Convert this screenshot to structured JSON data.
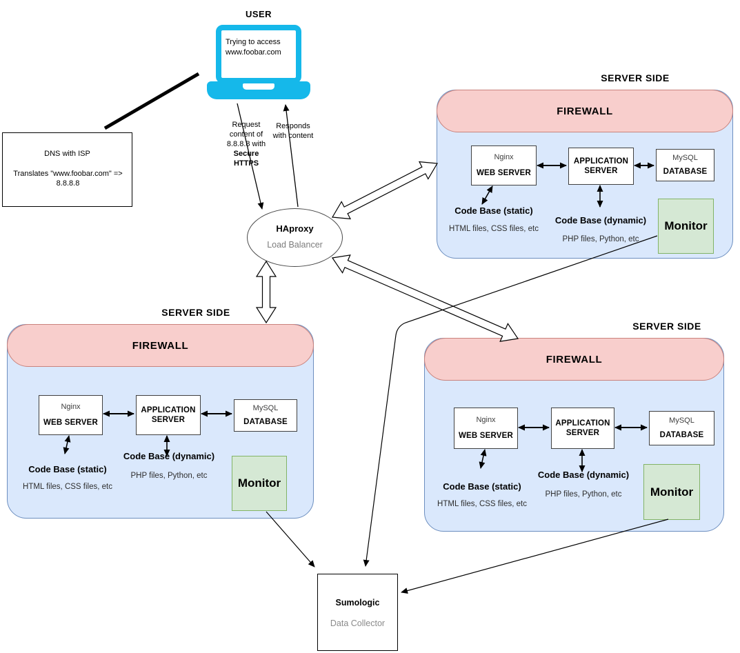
{
  "user": {
    "label": "USER",
    "screen_text": "Trying to access www.foobar.com"
  },
  "dns": {
    "title": "DNS with ISP",
    "desc": "Translates \"www.foobar.com\" => 8.8.8.8"
  },
  "edges": {
    "request_normal": "Request content of 8.8.8.8 with",
    "request_bold": "Secure HTTPS",
    "respond": "Responds with content"
  },
  "load_balancer": {
    "title": "HAproxy",
    "subtitle": "Load Balancer"
  },
  "server_zones": [
    {
      "side_label": "SERVER SIDE",
      "firewall_label": "FIREWALL",
      "web_server": {
        "engine": "Nginx",
        "role": "WEB SERVER"
      },
      "app_server": {
        "role": "APPLICATION SERVER"
      },
      "database": {
        "engine": "MySQL",
        "role": "DATABASE"
      },
      "code_base_static": {
        "title": "Code Base (static)",
        "files": "HTML files, CSS files, etc"
      },
      "code_base_dynamic": {
        "title": "Code Base (dynamic)",
        "files": "PHP files, Python, etc"
      },
      "monitor_label": "Monitor"
    },
    {
      "side_label": "SERVER SIDE",
      "firewall_label": "FIREWALL",
      "web_server": {
        "engine": "Nginx",
        "role": "WEB SERVER"
      },
      "app_server": {
        "role": "APPLICATION SERVER"
      },
      "database": {
        "engine": "MySQL",
        "role": "DATABASE"
      },
      "code_base_static": {
        "title": "Code Base (static)",
        "files": "HTML files, CSS files, etc"
      },
      "code_base_dynamic": {
        "title": "Code Base (dynamic)",
        "files": "PHP files, Python, etc"
      },
      "monitor_label": "Monitor"
    },
    {
      "side_label": "SERVER SIDE",
      "firewall_label": "FIREWALL",
      "web_server": {
        "engine": "Nginx",
        "role": "WEB SERVER"
      },
      "app_server": {
        "role": "APPLICATION SERVER"
      },
      "database": {
        "engine": "MySQL",
        "role": "DATABASE"
      },
      "code_base_static": {
        "title": "Code Base (static)",
        "files": "HTML files, CSS files, etc"
      },
      "code_base_dynamic": {
        "title": "Code Base (dynamic)",
        "files": "PHP files, Python, etc"
      },
      "monitor_label": "Monitor"
    }
  ],
  "collector": {
    "title": "Sumologic",
    "subtitle": "Data Collector"
  },
  "colors": {
    "laptop_cyan": "#15b8ea",
    "firewall_fill": "#f8cecc",
    "firewall_stroke": "#c9827c",
    "zone_fill": "#dae8fc",
    "zone_stroke": "#6c8ebf",
    "monitor_fill": "#d5e8d4",
    "monitor_stroke": "#82b366"
  }
}
